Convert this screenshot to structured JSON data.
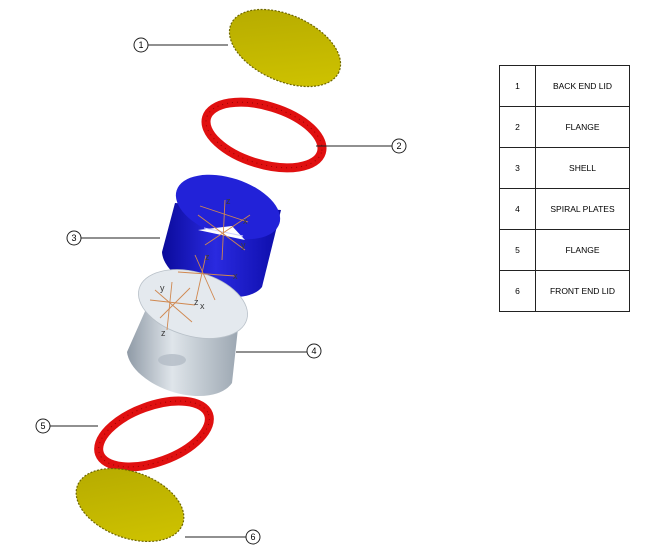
{
  "callouts": [
    {
      "number": "1"
    },
    {
      "number": "2"
    },
    {
      "number": "3"
    },
    {
      "number": "4"
    },
    {
      "number": "5"
    },
    {
      "number": "6"
    }
  ],
  "axis_labels": {
    "z": "z",
    "x": "x",
    "y": "y"
  },
  "parts_table": [
    {
      "number": "1",
      "name": "BACK END LID"
    },
    {
      "number": "2",
      "name": "FLANGE"
    },
    {
      "number": "3",
      "name": "SHELL"
    },
    {
      "number": "4",
      "name": "SPIRAL PLATES"
    },
    {
      "number": "5",
      "name": "FLANGE"
    },
    {
      "number": "6",
      "name": "FRONT END  LID"
    }
  ],
  "colors": {
    "lid": "#c4b800",
    "flange": "#e01010",
    "shell": "#1414c8",
    "spiral_plates": "#b7c2cc",
    "axes": "#d08850"
  }
}
